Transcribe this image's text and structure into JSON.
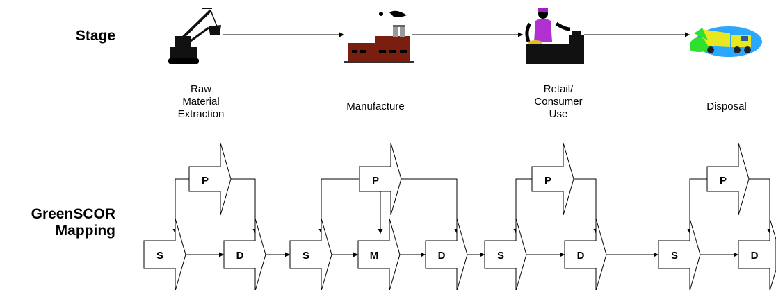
{
  "row_labels": {
    "stage": "Stage",
    "mapping_line1": "GreenSCOR",
    "mapping_line2": "Mapping"
  },
  "stages": [
    {
      "icon": "excavator-icon",
      "label_lines": [
        "Raw",
        "Material",
        "Extraction"
      ]
    },
    {
      "icon": "factory-icon",
      "label_lines": [
        "Manufacture"
      ]
    },
    {
      "icon": "cashier-icon",
      "label_lines": [
        "Retail/",
        "Consumer",
        "Use"
      ]
    },
    {
      "icon": "dump-truck-icon",
      "label_lines": [
        "Disposal"
      ]
    }
  ],
  "process_labels": {
    "plan": "P",
    "source": "S",
    "make": "M",
    "deliver": "D"
  }
}
